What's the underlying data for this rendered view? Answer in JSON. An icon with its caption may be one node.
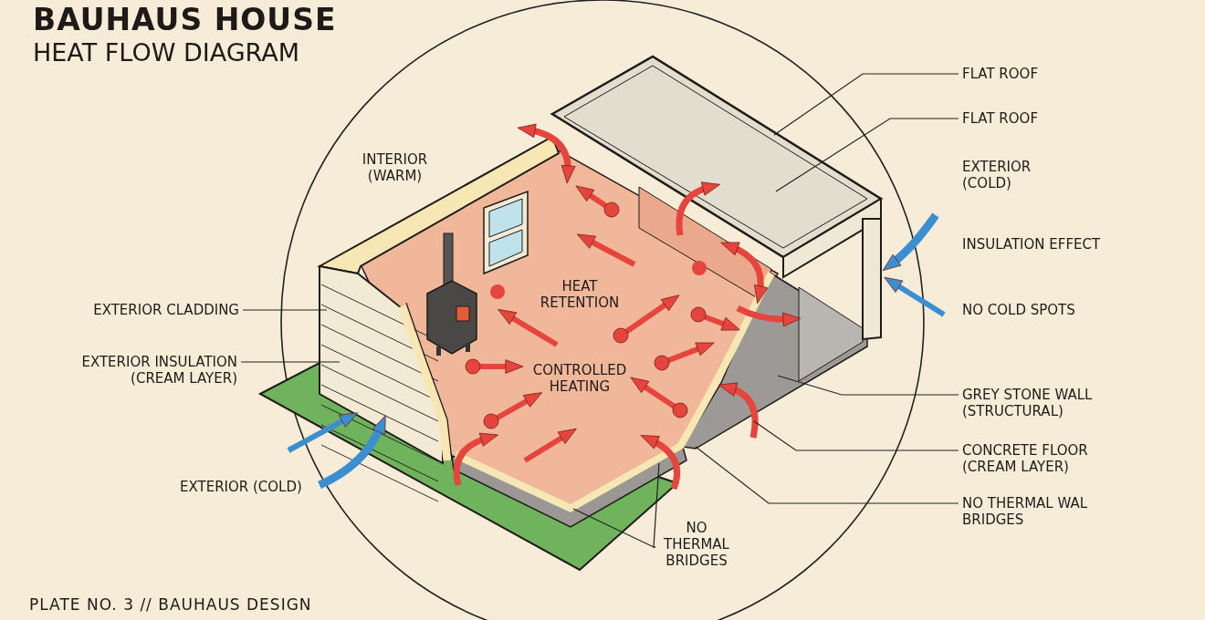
{
  "diagram": {
    "title": "BAUHAUS HOUSE",
    "caption": "PLATE NO. 3 // BAUHAUS DESIGN",
    "nodes": [
      {
        "text": [
          "FLAT ROOF"
        ]
      },
      {
        "text": [
          "FLAT ROOF"
        ]
      },
      {
        "text": [
          "EXTERIOR CLADDING"
        ]
      },
      {
        "text": [
          "EXTERIOR INSULATION (CREAM LAYER)"
        ]
      },
      {
        "text": [
          "GREY STONE WALL (STRUCTURAL)"
        ]
      },
      {
        "text": [
          "CONCRETE FLOOR (CREAM LAYER)"
        ]
      },
      {
        "text": [
          "NO THERMAL WAL BRIDGES"
        ]
      },
      {
        "text": [
          "NO THERMAL BRIDGES"
        ]
      }
    ],
    "edges": [
      {
        "from": 0,
        "to": null,
        "arrow": "none"
      },
      {
        "from": 1,
        "to": null,
        "arrow": "none"
      },
      {
        "from": 2,
        "to": null,
        "arrow": "none"
      },
      {
        "from": 3,
        "to": null,
        "arrow": "none"
      },
      {
        "from": 4,
        "to": null,
        "arrow": "none"
      },
      {
        "from": 5,
        "to": null,
        "arrow": "none"
      },
      {
        "from": 6,
        "to": null,
        "arrow": "none"
      },
      {
        "from": 7,
        "to": null,
        "arrow": "none"
      },
      {
        "from": 7,
        "to": null,
        "arrow": "none"
      }
    ],
    "labels": [
      "HEAT FLOW DIAGRAM",
      "INTERIOR (WARM)",
      "EXTERIOR (COLD)",
      "INSULATION EFFECT",
      "HEAT RETENTION",
      "NO COLD SPOTS",
      "CONTROLLED HEATING",
      "EXTERIOR (COLD)"
    ]
  }
}
